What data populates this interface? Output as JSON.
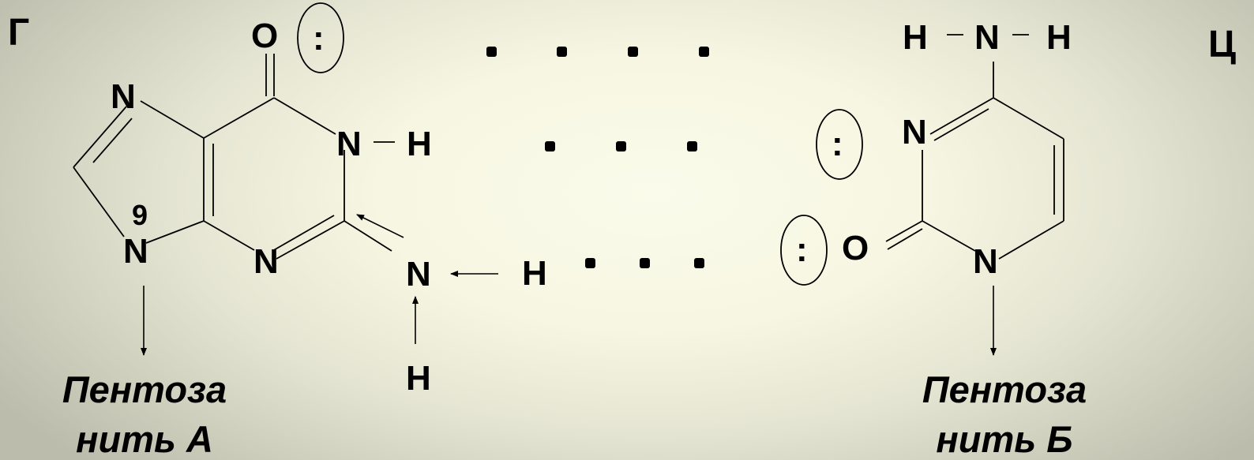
{
  "labels": {
    "guanine_letter": "Г",
    "cytosine_letter": "Ц",
    "position_number": "9",
    "pentose_left": "Пентоза",
    "strand_left": "нить А",
    "pentose_right": "Пентоза",
    "strand_right": "нить Б"
  },
  "guanine_atoms": {
    "o6": "O",
    "n7": "N",
    "n9": "N",
    "n1": "N",
    "n1_h": "H",
    "n3": "N",
    "n_amino": "N",
    "amino_h1": "H",
    "amino_h2": "H"
  },
  "cytosine_atoms": {
    "amino_h_left": "H",
    "n_amino": "N",
    "amino_h_right": "H",
    "n3": "N",
    "o2": "O",
    "n1": "N"
  },
  "lone_pair_glyph": ":"
}
